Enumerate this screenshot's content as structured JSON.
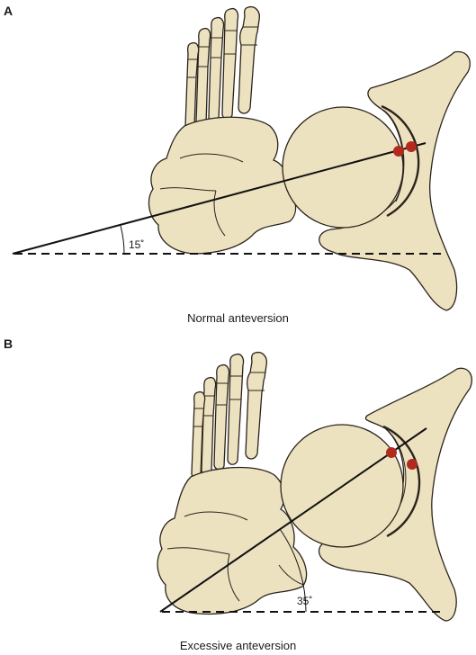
{
  "panel_a": {
    "letter": "A",
    "caption": "Normal anteversion",
    "angle_label": "15˚"
  },
  "panel_b": {
    "letter": "B",
    "caption": "Excessive anteversion",
    "angle_label": "35˚"
  },
  "colors": {
    "bone_fill": "#ede2c0",
    "bone_outline": "#2b241c",
    "marker": "#b22a1d",
    "line": "#111111"
  }
}
